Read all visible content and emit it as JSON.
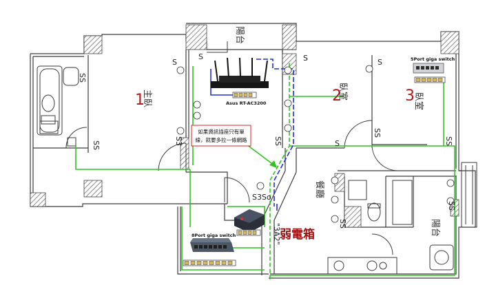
{
  "rooms": {
    "master_num": "1",
    "master": "主臥",
    "bedroom2_num": "2",
    "bedroom2": "臥室",
    "bedroom3_num": "3",
    "bedroom3": "臥室",
    "balcony_top": "陽台",
    "balcony_right": "陽台",
    "dining": "餐廳"
  },
  "devices": {
    "router_label": "Asus RT-AC3200",
    "switch_top_label": "5Port giga switch",
    "switch_bottom_label": "8Port giga switch",
    "cabinet_label": "弱電箱"
  },
  "callout": {
    "line1": "如果資訊插座只有單",
    "line2": "線，就要多拉一條網路"
  },
  "markers": {
    "s": "S",
    "ss": "SS",
    "s3": "S3",
    "s3so": "S3So",
    "a2": "\"3A2\""
  },
  "colors": {
    "wall": "#3a3a3a",
    "hatch": "#7a7a7a",
    "green_cable": "#2fc41f",
    "blue_cable": "#1f2fd6",
    "callout_border": "#d92020",
    "cabinet_text": "#a01010",
    "room_num": "#b01818",
    "jack_fill": "#d7b65a"
  }
}
